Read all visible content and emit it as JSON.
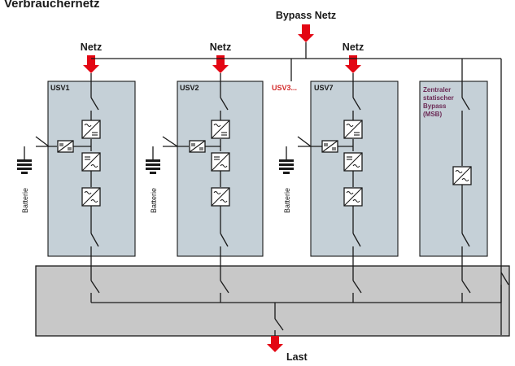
{
  "header": {
    "title": "Verbrauchernetz"
  },
  "bypass_label": "Bypass Netz",
  "netz_labels": [
    "Netz",
    "Netz",
    "Netz"
  ],
  "units": [
    {
      "label": "USV1"
    },
    {
      "label": "USV2"
    },
    {
      "label": "USV7"
    }
  ],
  "gap_label": "USV3...",
  "msb_label": [
    "Zentraler",
    "statischer",
    "Bypass",
    "(MSB)"
  ],
  "battery_label": "Batterie",
  "load_label": "Last",
  "colors": {
    "arrow": "#e30613",
    "cabinet": "#c5d0d7",
    "busbar_panel": "#c8c8c8",
    "msb_text": "#6b2a55",
    "gap_text": "#d42a2a",
    "wire": "#1a1a1a"
  }
}
